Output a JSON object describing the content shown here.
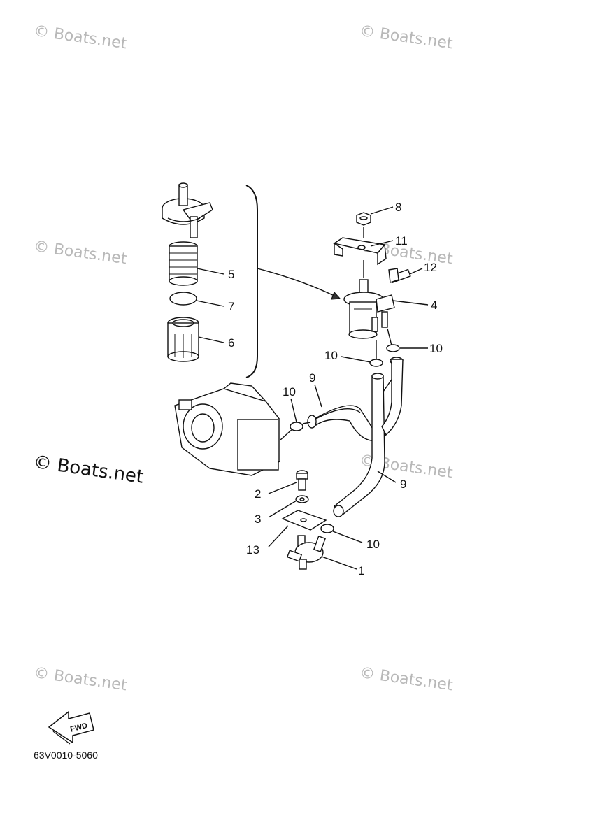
{
  "watermark_text": "© Boats.net",
  "part_number": "63V0010-5060",
  "fwd_label": "FWD",
  "callouts": {
    "c1": "1",
    "c2": "2",
    "c3": "3",
    "c4": "4",
    "c5": "5",
    "c6": "6",
    "c7": "7",
    "c8": "8",
    "c9a": "9",
    "c9b": "9",
    "c10a": "10",
    "c10b": "10",
    "c10c": "10",
    "c10d": "10",
    "c11": "11",
    "c12": "12",
    "c13": "13"
  }
}
